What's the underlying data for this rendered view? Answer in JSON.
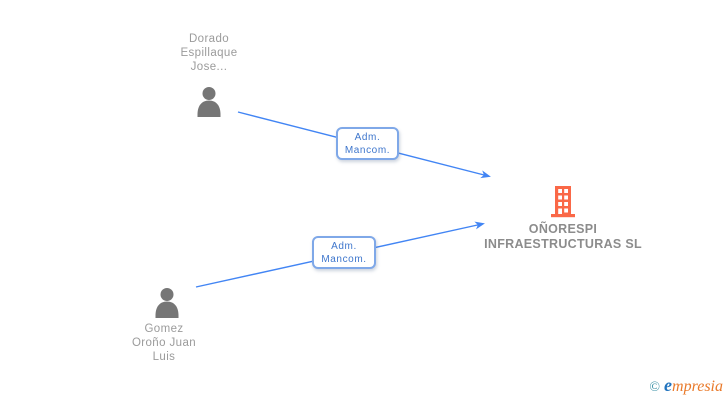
{
  "diagram": {
    "nodes": {
      "person1": {
        "line1": "Dorado",
        "line2": "Espillaque",
        "line3": "Jose...",
        "full_name": "Dorado Espillaque Jose..."
      },
      "person2": {
        "line1": "Gomez",
        "line2": "Oroño Juan",
        "line3": "Luis",
        "full_name": "Gomez Oroño Juan Luis"
      },
      "company": {
        "line1": "OÑORESPI",
        "line2": "INFRAESTRUCTURAS SL",
        "full_name": "OÑORESPI INFRAESTRUCTURAS SL"
      }
    },
    "relationships": {
      "rel1": {
        "line1": "Adm.",
        "line2": "Mancom."
      },
      "rel2": {
        "line1": "Adm.",
        "line2": "Mancom."
      }
    },
    "colors": {
      "arrow_blue": "#4285f4",
      "relationship_box_border": "#7fa8e8",
      "relationship_box_text": "#3e76cc",
      "person_icon_gray": "#767676",
      "person_text_gray": "#9b9b9b",
      "company_text_gray": "#8c8c8c",
      "building_orange": "#fa6847",
      "watermark_teal": "#3e93a8",
      "watermark_blue": "#2173be",
      "watermark_orange": "#e97a2b"
    }
  },
  "watermark": {
    "copyright": "©",
    "brand_first": "e",
    "brand_rest": "mpresia"
  }
}
